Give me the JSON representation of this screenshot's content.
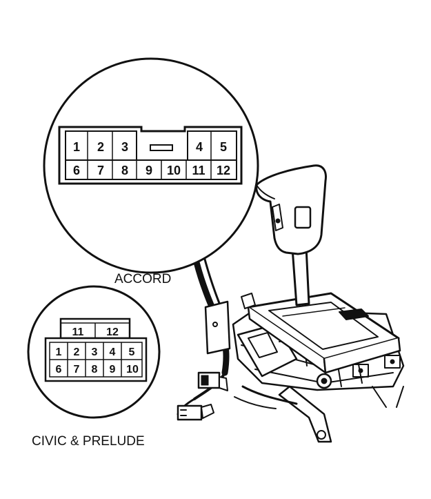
{
  "labels": {
    "accord": "ACCORD",
    "civic_prelude": "CIVIC & PRELUDE"
  },
  "accord_connector": {
    "top_row": [
      "1",
      "2",
      "3",
      "4",
      "5"
    ],
    "bottom_row": [
      "6",
      "7",
      "8",
      "9",
      "10",
      "11",
      "12"
    ]
  },
  "civic_prelude_connector": {
    "top_row": [
      "11",
      "12"
    ],
    "row_1": [
      "1",
      "2",
      "3",
      "4",
      "5"
    ],
    "row_2": [
      "6",
      "7",
      "8",
      "9",
      "10"
    ]
  },
  "colors": {
    "ink": "#111111",
    "paper": "#ffffff"
  }
}
